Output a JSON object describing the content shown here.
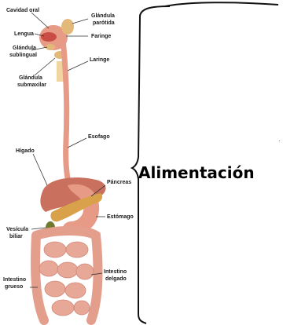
{
  "title": "Alimentación",
  "labels": {
    "oral_cavity": "Cavidad oral",
    "parotid_1": "Glándula",
    "parotid_2": "parótida",
    "tongue": "Lengua",
    "pharynx": "Faringe",
    "sublingual_1": "Glándula",
    "sublingual_2": "sublingual",
    "larynx": "Laringe",
    "submaxillary_1": "Glándula",
    "submaxillary_2": "submaxilar",
    "esophagus": "Esofago",
    "liver": "Hígado",
    "pancreas": "Páncreas",
    "stomach": "Estómago",
    "gallbladder_1": "Vesícula",
    "gallbladder_2": "biliar",
    "large_intestine_1": "Intestino",
    "large_intestine_2": "grueso",
    "small_intestine_1": "Intestino",
    "small_intestine_2": "delgado"
  },
  "colors": {
    "organ_pink": "#e79a86",
    "liver": "#c9715e",
    "pancreas": "#d9a24a",
    "intestine": "#e8a898",
    "gallbladder": "#6f7a2e",
    "brace": "#111111"
  }
}
